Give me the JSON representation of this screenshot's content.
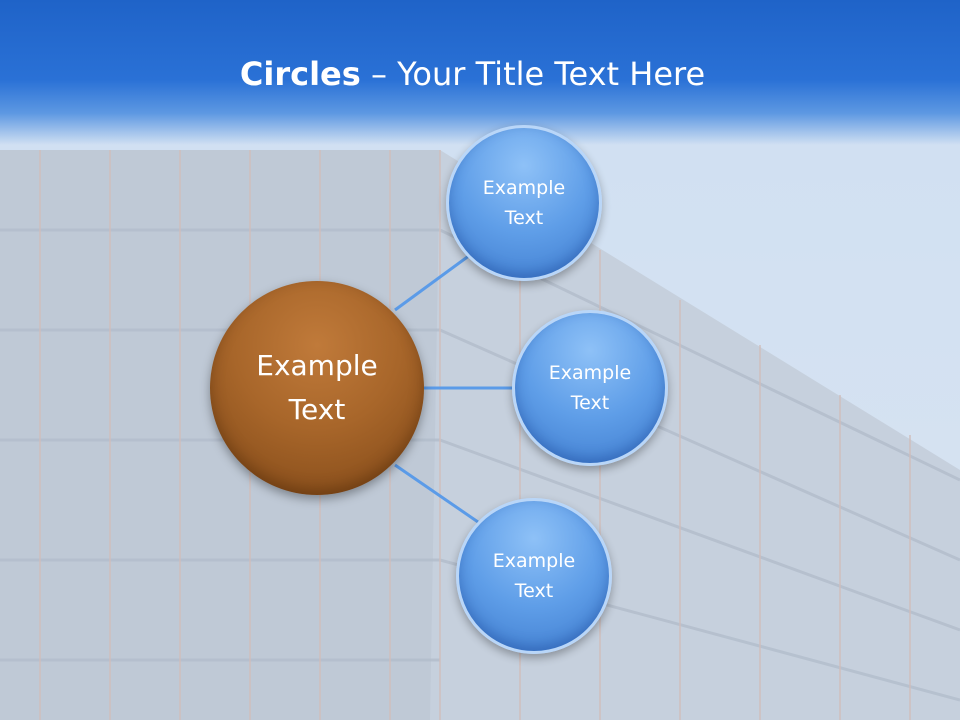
{
  "slide": {
    "title_bold": "Circles",
    "title_rest": " – Your Title Text Here"
  },
  "diagram": {
    "center": {
      "label": "Example\nText",
      "color": "#a8662a"
    },
    "satellites": [
      {
        "label": "Example\nText",
        "color": "#5f9ee8"
      },
      {
        "label": "Example\nText",
        "color": "#5f9ee8"
      },
      {
        "label": "Example\nText",
        "color": "#5f9ee8"
      }
    ]
  },
  "colors": {
    "header": "#1f63c8",
    "connector": "#5b9be8"
  }
}
